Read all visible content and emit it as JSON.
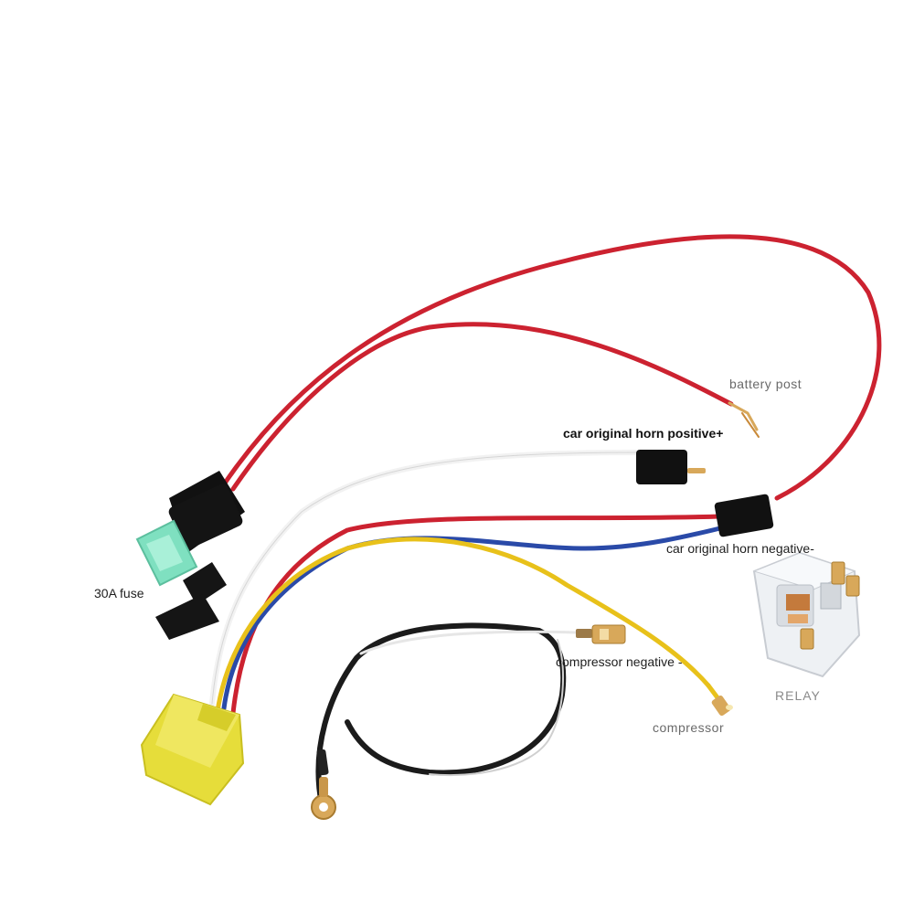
{
  "labels": {
    "battery": "battery post",
    "horn_positive": "car original horn positive+",
    "horn_negative": "car original horn negative-",
    "fuse": "30A fuse",
    "compressor_negative": "compressor negative -",
    "compressor": "compressor",
    "relay": "RELAY"
  },
  "colors": {
    "red_wire": "#cc2230",
    "white_wire": "#f2f2f2",
    "blue_wire": "#2a4aa8",
    "yellow_wire": "#e8c11a",
    "black_wire": "#1b1b1b",
    "yellow_connector": "#e6dd3a",
    "fuse_green": "#7fe0c0",
    "brass": "#d8a85a"
  },
  "icons": [
    "fuse-holder-icon",
    "relay-icon",
    "ring-terminal-icon",
    "spade-connector-icon"
  ]
}
